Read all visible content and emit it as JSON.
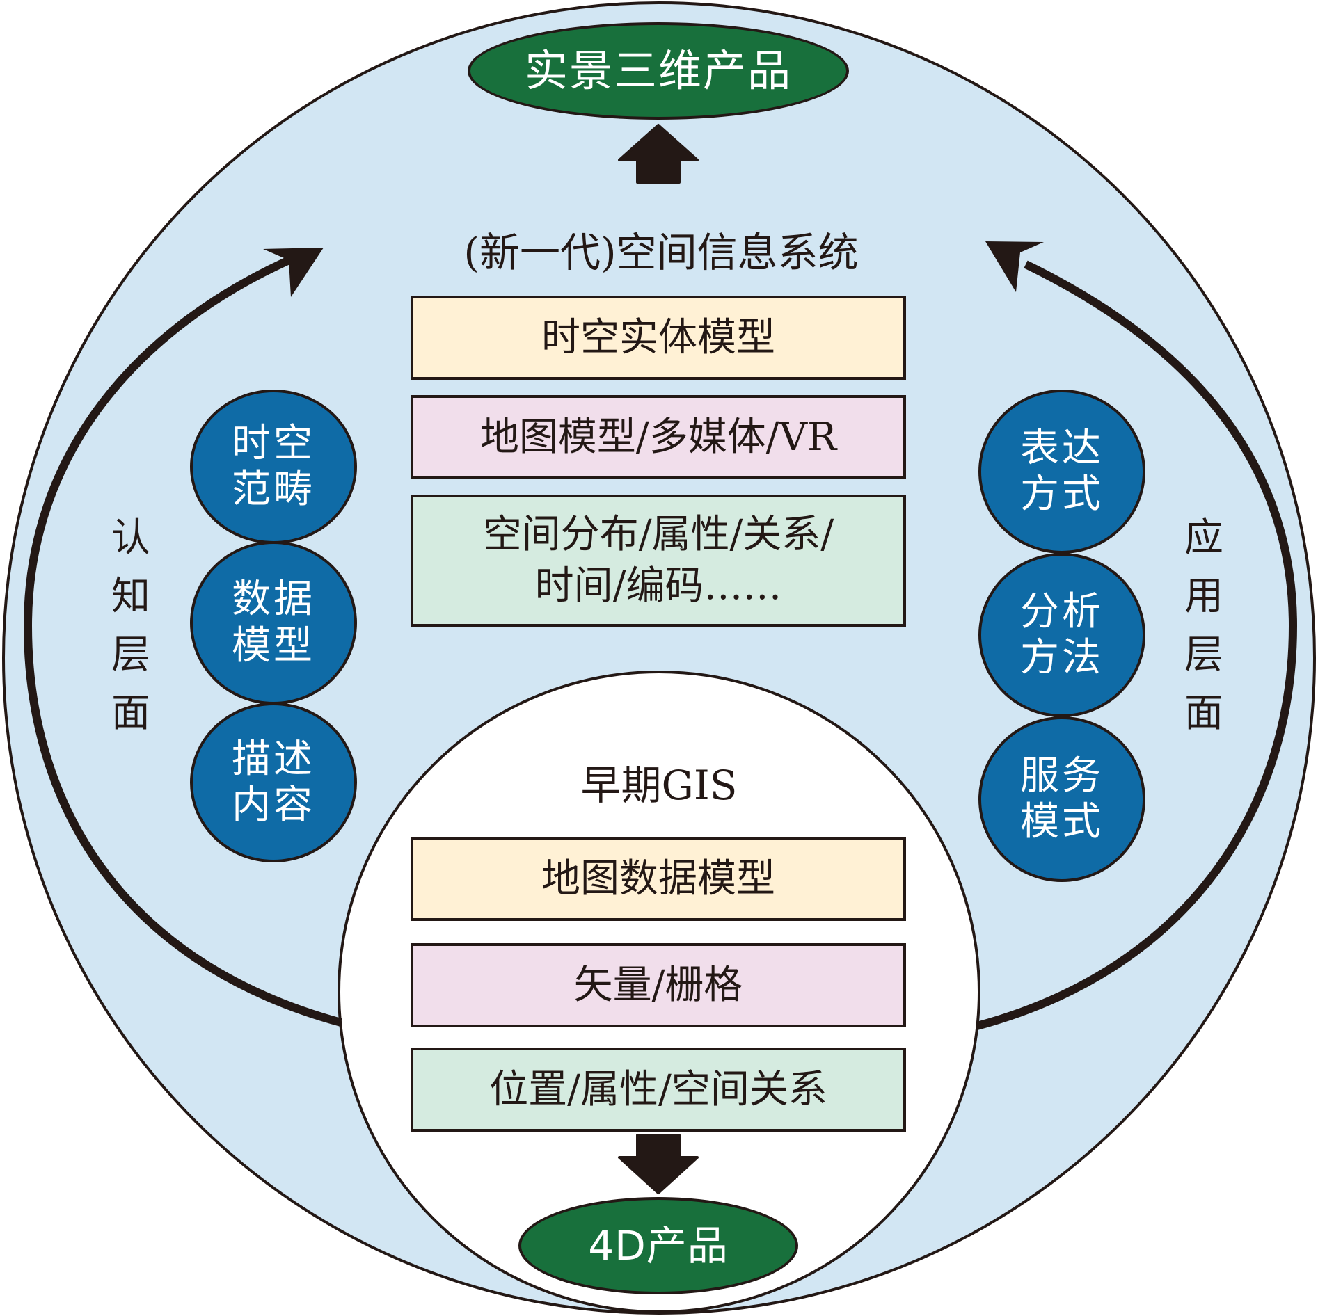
{
  "colors": {
    "outer_fill": "#d2e6f3",
    "inner_fill": "#ffffff",
    "stroke": "#231815",
    "product_fill": "#18703c",
    "concept_fill": "#0f6ba6",
    "box_yellow": "#fff1d5",
    "box_pink": "#f1deeb",
    "box_green": "#d5ebe0"
  },
  "top_product": {
    "label": "实景三维产品",
    "icon": "arrow-up-icon"
  },
  "bottom_product": {
    "label": "4D产品",
    "icon": "arrow-down-icon"
  },
  "new_system": {
    "title": "(新一代)空间信息系统",
    "boxes": [
      {
        "label": "时空实体模型"
      },
      {
        "label": "地图模型/多媒体/VR"
      },
      {
        "line1": "空间分布/属性/关系/",
        "line2": "时间/编码……"
      }
    ]
  },
  "early_gis": {
    "title": "早期GIS",
    "boxes": [
      {
        "label": "地图数据模型"
      },
      {
        "label": "矢量/栅格"
      },
      {
        "label": "位置/属性/空间关系"
      }
    ]
  },
  "cognitive": {
    "chars": [
      "认",
      "知",
      "层",
      "面"
    ],
    "items": [
      {
        "line1": "时空",
        "line2": "范畴"
      },
      {
        "line1": "数据",
        "line2": "模型"
      },
      {
        "line1": "描述",
        "line2": "内容"
      }
    ],
    "icon": "curved-arrow-icon"
  },
  "application": {
    "chars": [
      "应",
      "用",
      "层",
      "面"
    ],
    "items": [
      {
        "line1": "表达",
        "line2": "方式"
      },
      {
        "line1": "分析",
        "line2": "方法"
      },
      {
        "line1": "服务",
        "line2": "模式"
      }
    ],
    "icon": "curved-arrow-icon"
  }
}
